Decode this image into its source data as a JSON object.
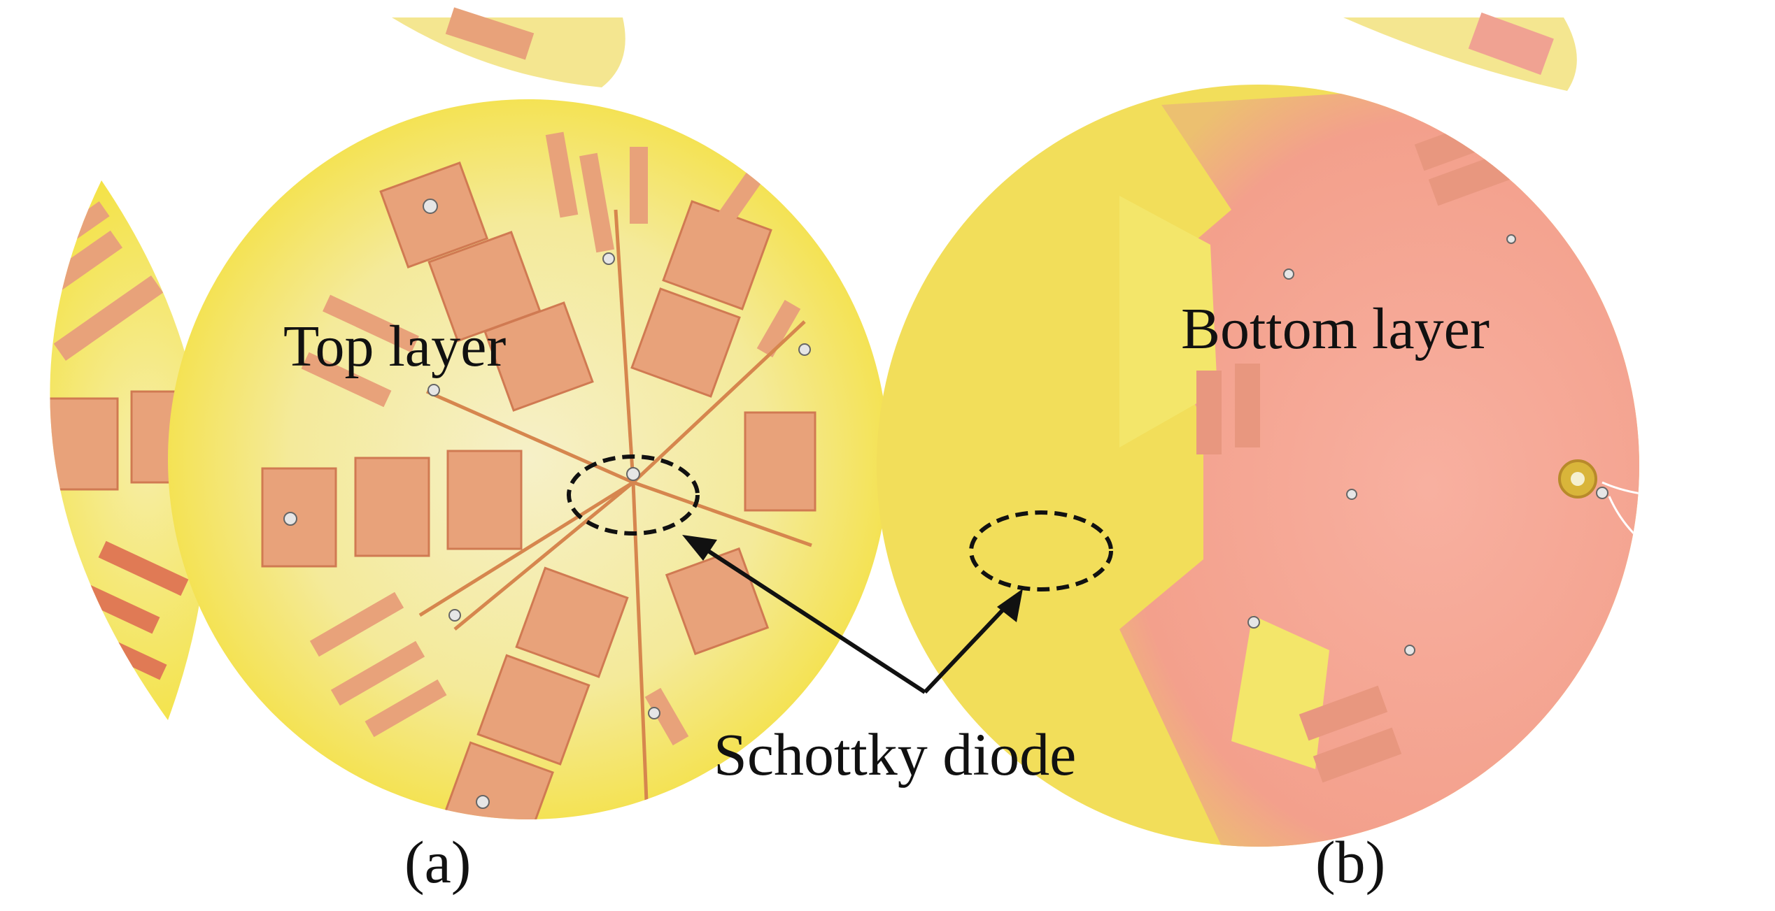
{
  "figure": {
    "labels": {
      "top_layer": "Top layer",
      "bottom_layer": "Bottom layer",
      "schottky_diode": "Schottky diode",
      "panel_a": "(a)",
      "panel_b": "(b)"
    },
    "colors": {
      "substrate_yellow": "#f5e64a",
      "substrate_pale": "#f3ecb0",
      "copper_patch": "#e8a27a",
      "copper_edge": "#d07a52",
      "bottom_copper": "#f0a292",
      "annotation": "#111111"
    },
    "panels": [
      {
        "id": "a",
        "description_key": "top_layer"
      },
      {
        "id": "b",
        "description_key": "bottom_layer"
      }
    ]
  }
}
